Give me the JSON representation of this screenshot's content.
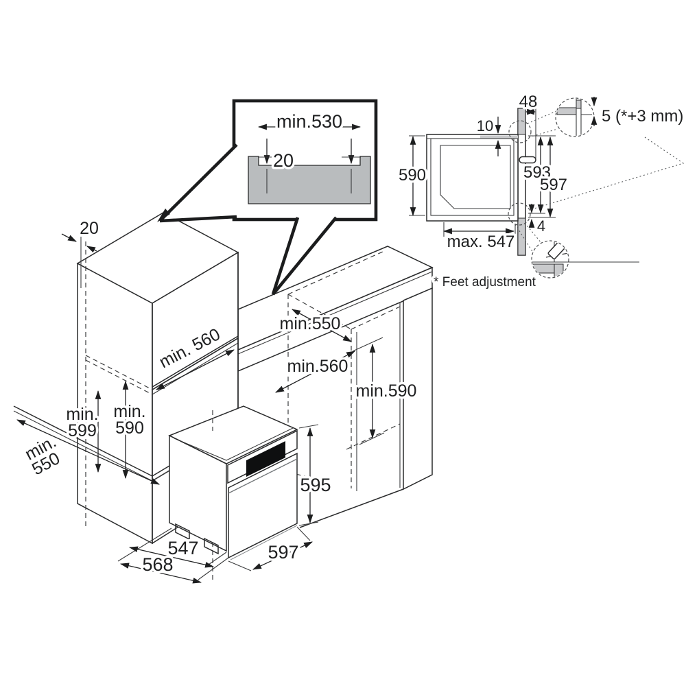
{
  "diagram": {
    "callout": {
      "width": "min.530",
      "edge": "20"
    },
    "side_view": {
      "top_width": "48",
      "top_gap": "10",
      "body_height": "590",
      "inner_height": "593",
      "front_height": "597",
      "max_depth": "max. 547",
      "bottom_gap": "4",
      "detail_gap": "5 (*+3 mm)"
    },
    "footnote": "* Feet adjustment",
    "column_niche": {
      "wall": "20",
      "width": "min. 560",
      "height_l1": "min.",
      "height_l2": "590",
      "outer_l1": "min.",
      "outer_l2": "599",
      "depth_l1": "min.",
      "depth_l2": "550"
    },
    "base_niche": {
      "depth": "min.550",
      "width": "min.560",
      "height": "min.590"
    },
    "oven": {
      "height": "595",
      "body_depth": "547",
      "total_depth": "568",
      "width": "597"
    },
    "colors": {
      "line": "#2a2b2c",
      "gray_fill": "#b9bcbe",
      "light_gray": "#c9cacc",
      "door_black": "#141516"
    }
  }
}
